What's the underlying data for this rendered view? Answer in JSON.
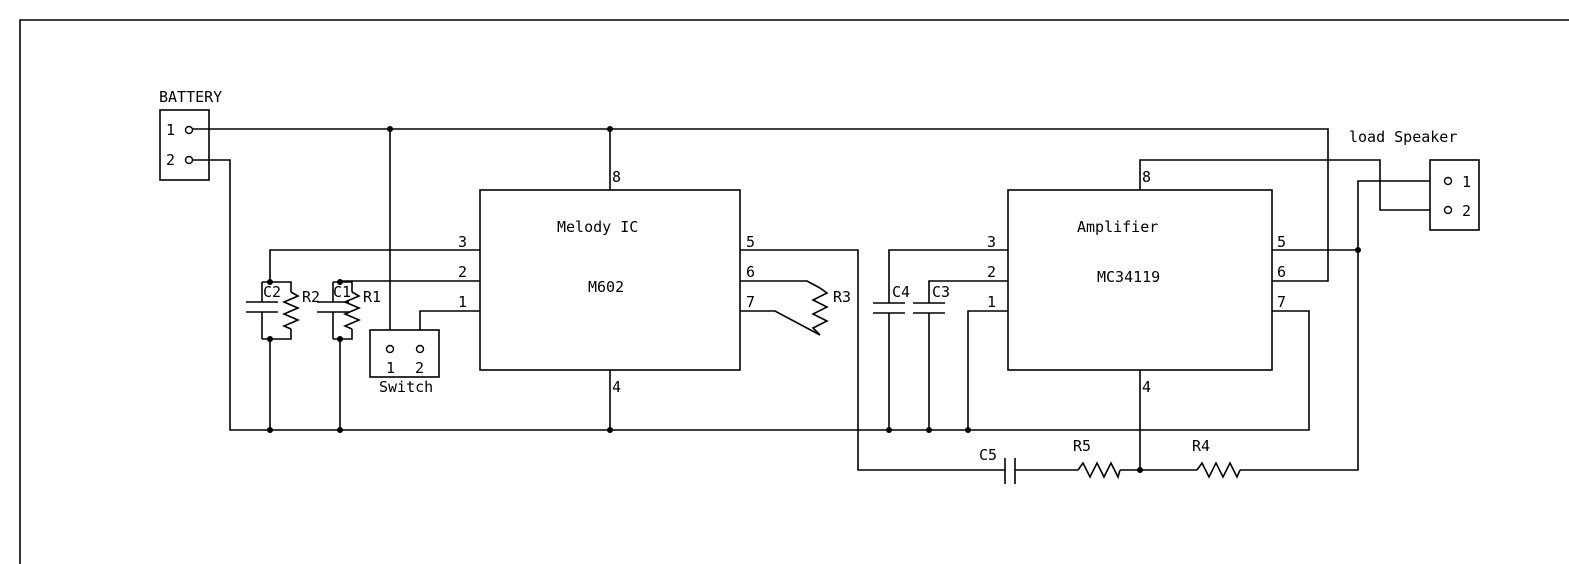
{
  "battery": {
    "label": "BATTERY",
    "pins": [
      "1",
      "2"
    ]
  },
  "melody_ic": {
    "name": "Melody IC",
    "part": "M602",
    "pins": {
      "p1": "1",
      "p2": "2",
      "p3": "3",
      "p4": "4",
      "p5": "5",
      "p6": "6",
      "p7": "7",
      "p8": "8"
    }
  },
  "amplifier": {
    "name": "Amplifier",
    "part": "MC34119",
    "pins": {
      "p1": "1",
      "p2": "2",
      "p3": "3",
      "p4": "4",
      "p5": "5",
      "p6": "6",
      "p7": "7",
      "p8": "8"
    }
  },
  "speaker": {
    "label": "load Speaker",
    "pins": [
      "1",
      "2"
    ]
  },
  "switch": {
    "label": "Switch",
    "pins": [
      "1",
      "2"
    ]
  },
  "components": {
    "c1": "C1",
    "c2": "C2",
    "c3": "C3",
    "c4": "C4",
    "c5": "C5",
    "r1": "R1",
    "r2": "R2",
    "r3": "R3",
    "r4": "R4",
    "r5": "R5"
  }
}
